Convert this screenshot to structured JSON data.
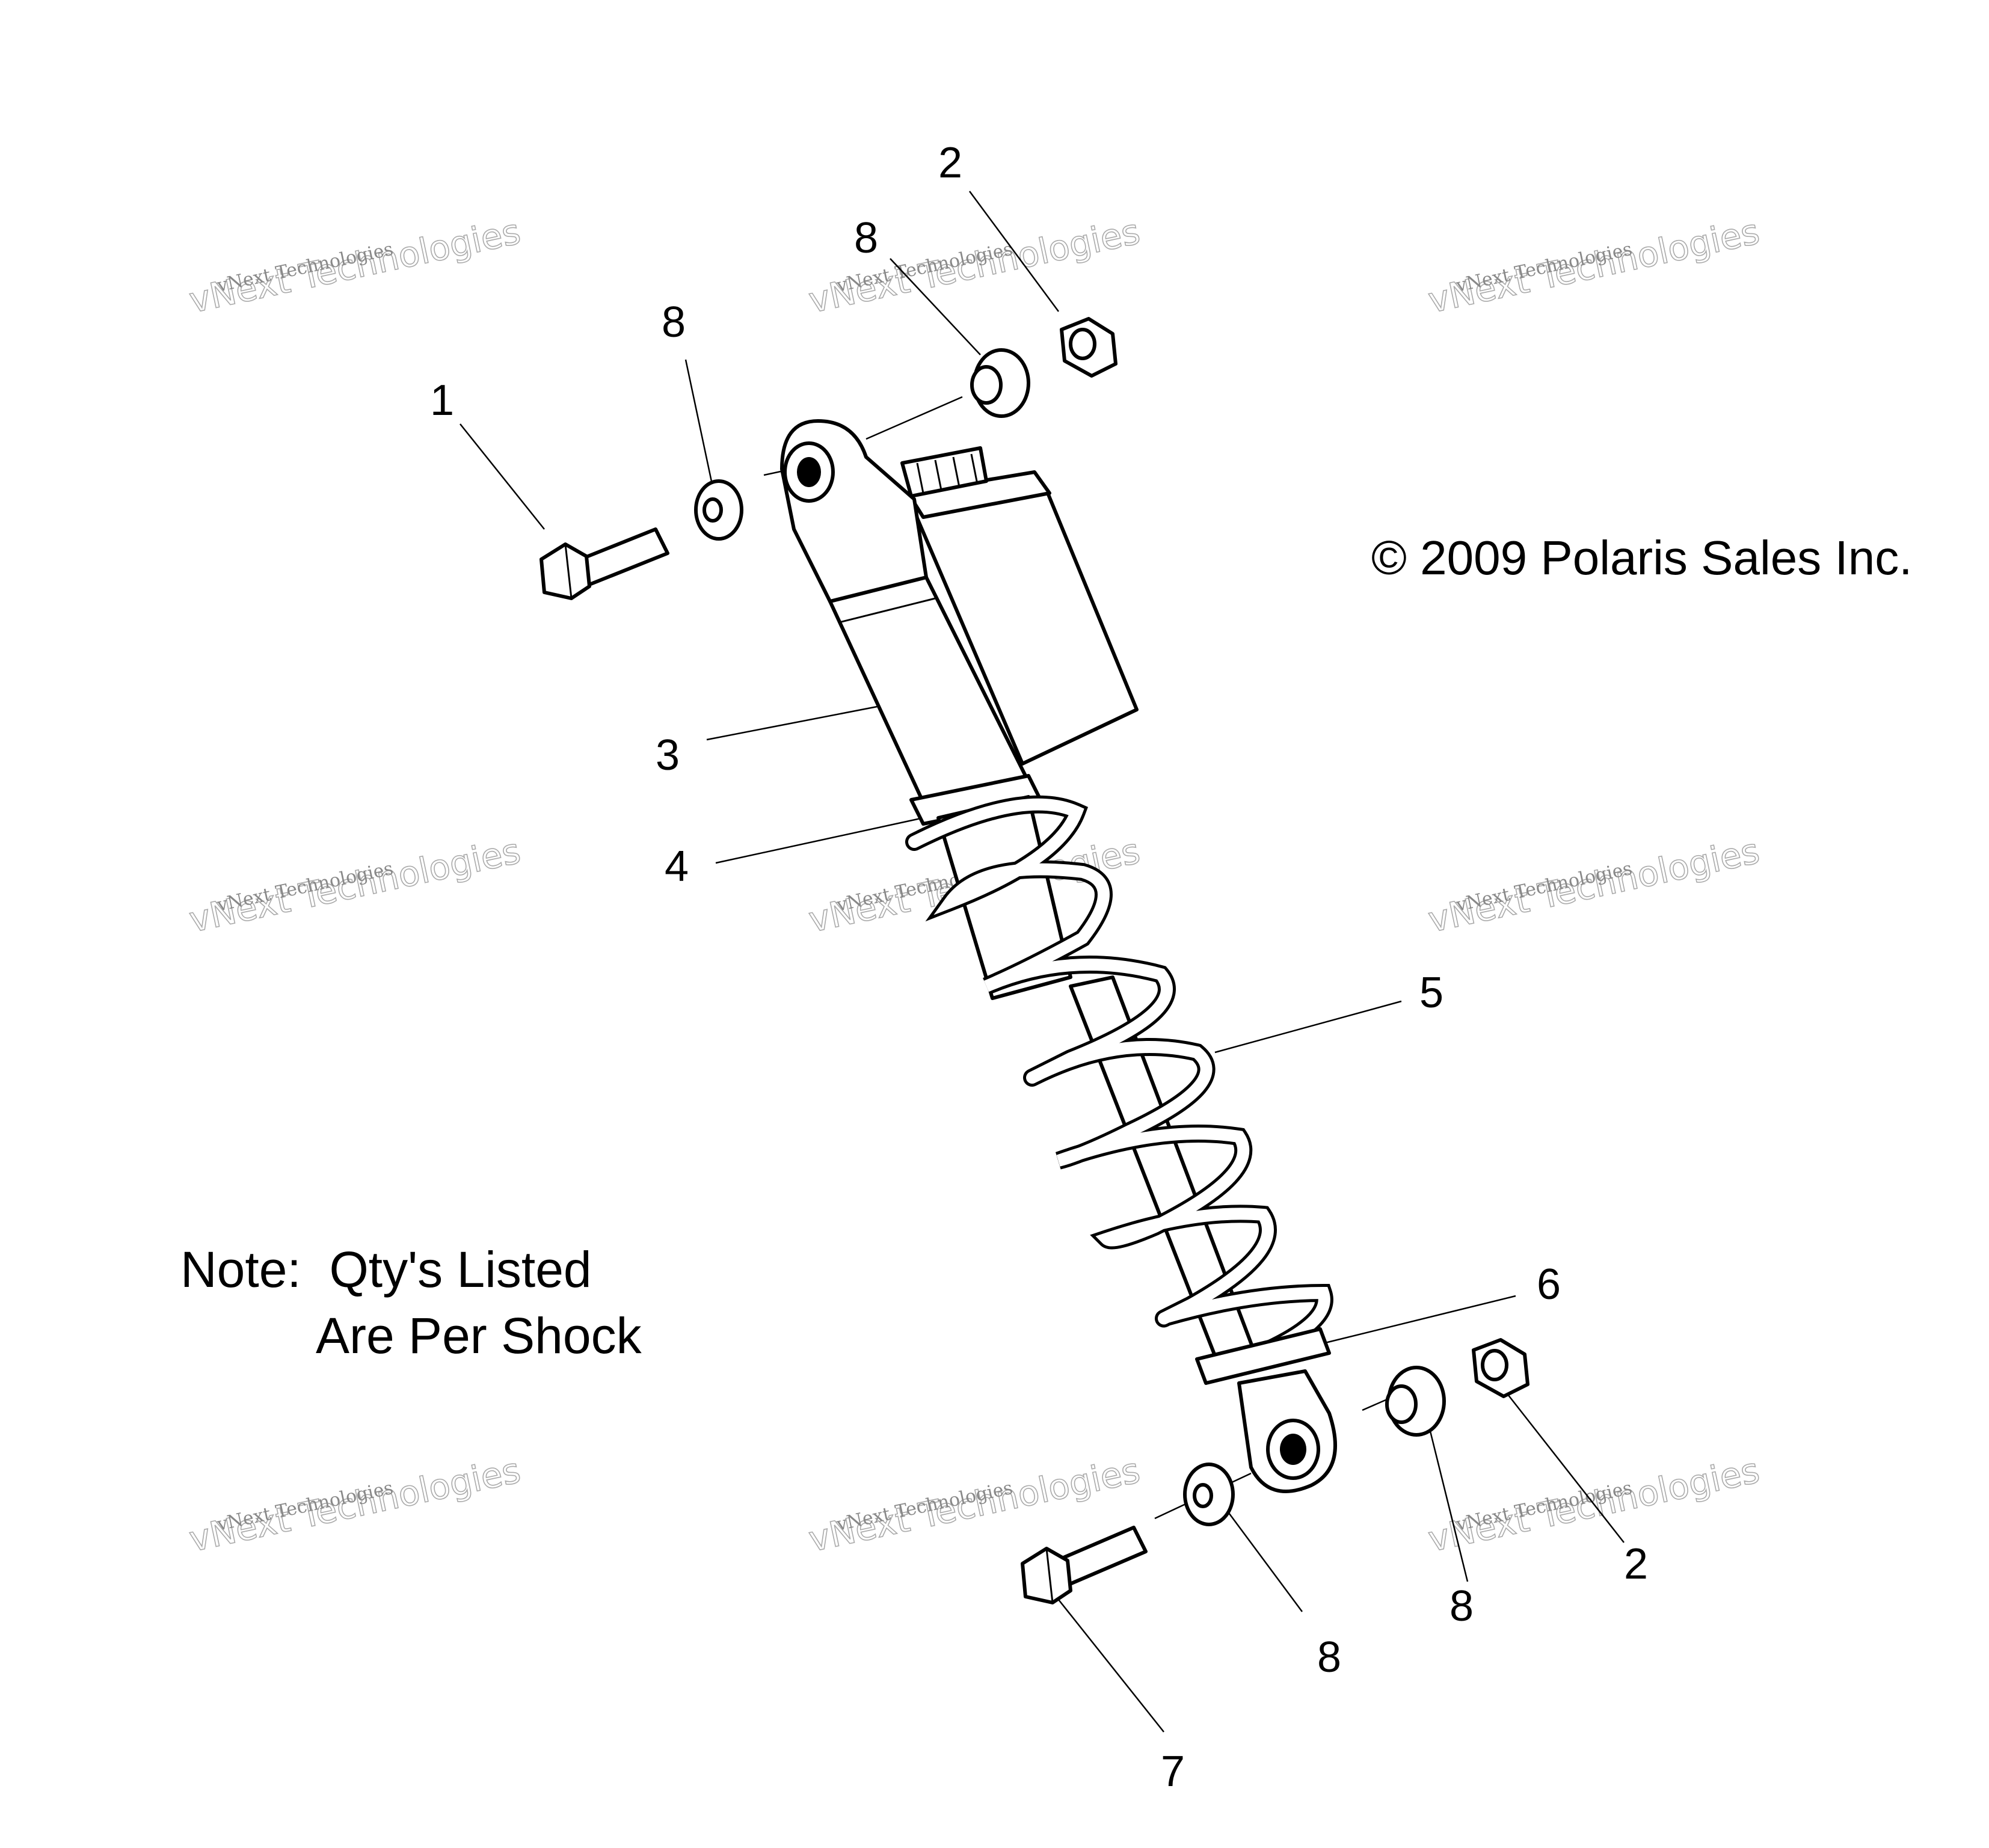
{
  "copyright": "© 2009 Polaris Sales Inc.",
  "note": {
    "line1": "Note:  Qty's Listed",
    "line2": "Are Per Shock"
  },
  "watermark": {
    "line1": "vNext Technologies",
    "line2": "vNext Technologies"
  },
  "callouts": {
    "c1": "1",
    "c2_top": "2",
    "c2_bottom": "2",
    "c3": "3",
    "c4": "4",
    "c5": "5",
    "c6": "6",
    "c7": "7",
    "c8_top_left": "8",
    "c8_top_right": "8",
    "c8_bottom_left": "8",
    "c8_bottom_right": "8"
  }
}
